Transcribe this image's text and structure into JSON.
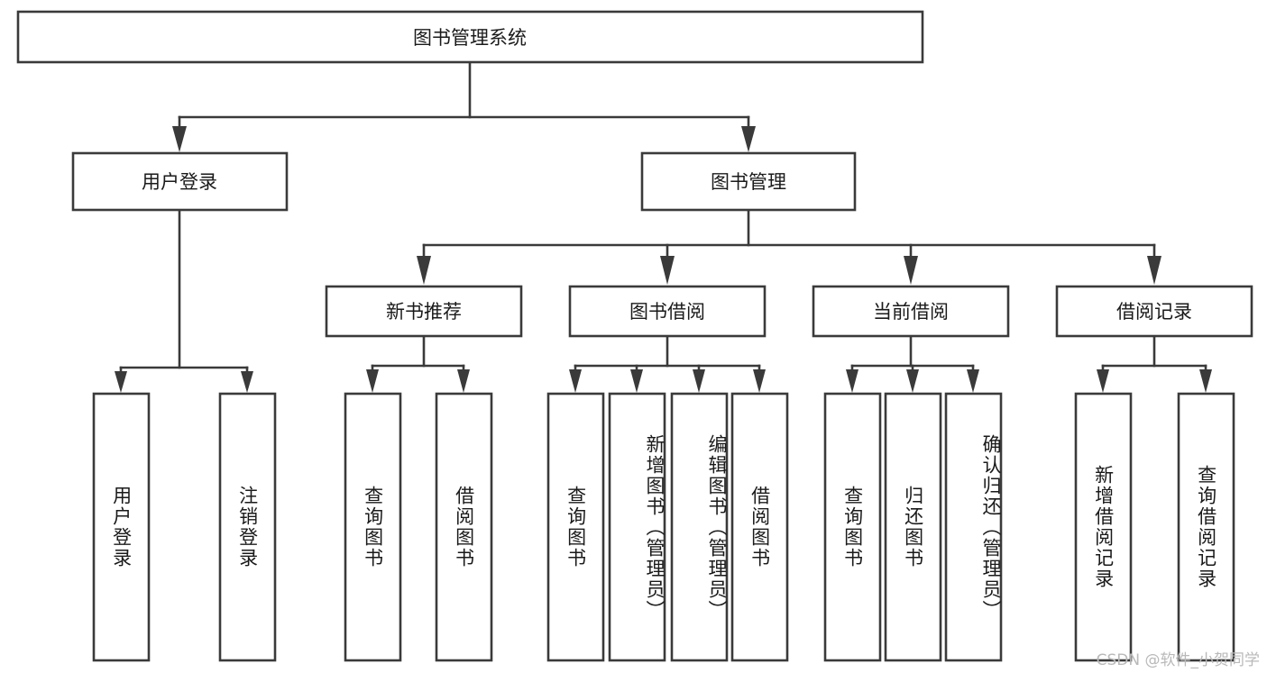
{
  "diagram": {
    "title": "图书管理系统",
    "orientation": "top-down-tree",
    "watermark": "CSDN @软件_小贺同学",
    "colors": {
      "box_stroke": "#3a3a3a",
      "box_fill": "#ffffff",
      "text": "#1a1a1a",
      "background": "#ffffff",
      "watermark": "#b9b9b9"
    },
    "root": {
      "label": "图书管理系统"
    },
    "level2": [
      {
        "id": "user-login",
        "label": "用户登录"
      },
      {
        "id": "book-management",
        "label": "图书管理"
      }
    ],
    "level3": [
      {
        "id": "new-book-recommend",
        "label": "新书推荐"
      },
      {
        "id": "book-borrow",
        "label": "图书借阅"
      },
      {
        "id": "current-borrow",
        "label": "当前借阅"
      },
      {
        "id": "borrow-record",
        "label": "借阅记录"
      }
    ],
    "leaves": {
      "user_login": [
        {
          "id": "leaf-user-login",
          "label": "用户登录"
        },
        {
          "id": "leaf-logout",
          "label": "注销登录"
        }
      ],
      "new_book_recommend": [
        {
          "id": "leaf-query-book-1",
          "label": "查询图书"
        },
        {
          "id": "leaf-borrow-book-1",
          "label": "借阅图书"
        }
      ],
      "book_borrow": [
        {
          "id": "leaf-query-book-2",
          "label": "查询图书"
        },
        {
          "id": "leaf-add-book",
          "label": "新增图书（管理员）"
        },
        {
          "id": "leaf-edit-book",
          "label": "编辑图书（管理员）"
        },
        {
          "id": "leaf-borrow-book-2",
          "label": "借阅图书"
        }
      ],
      "current_borrow": [
        {
          "id": "leaf-query-book-3",
          "label": "查询图书"
        },
        {
          "id": "leaf-return-book",
          "label": "归还图书"
        },
        {
          "id": "leaf-confirm-return",
          "label": "确认归还（管理员）"
        }
      ],
      "borrow_record": [
        {
          "id": "leaf-add-record",
          "label": "新增借阅记录"
        },
        {
          "id": "leaf-query-record",
          "label": "查询借阅记录"
        }
      ]
    }
  }
}
